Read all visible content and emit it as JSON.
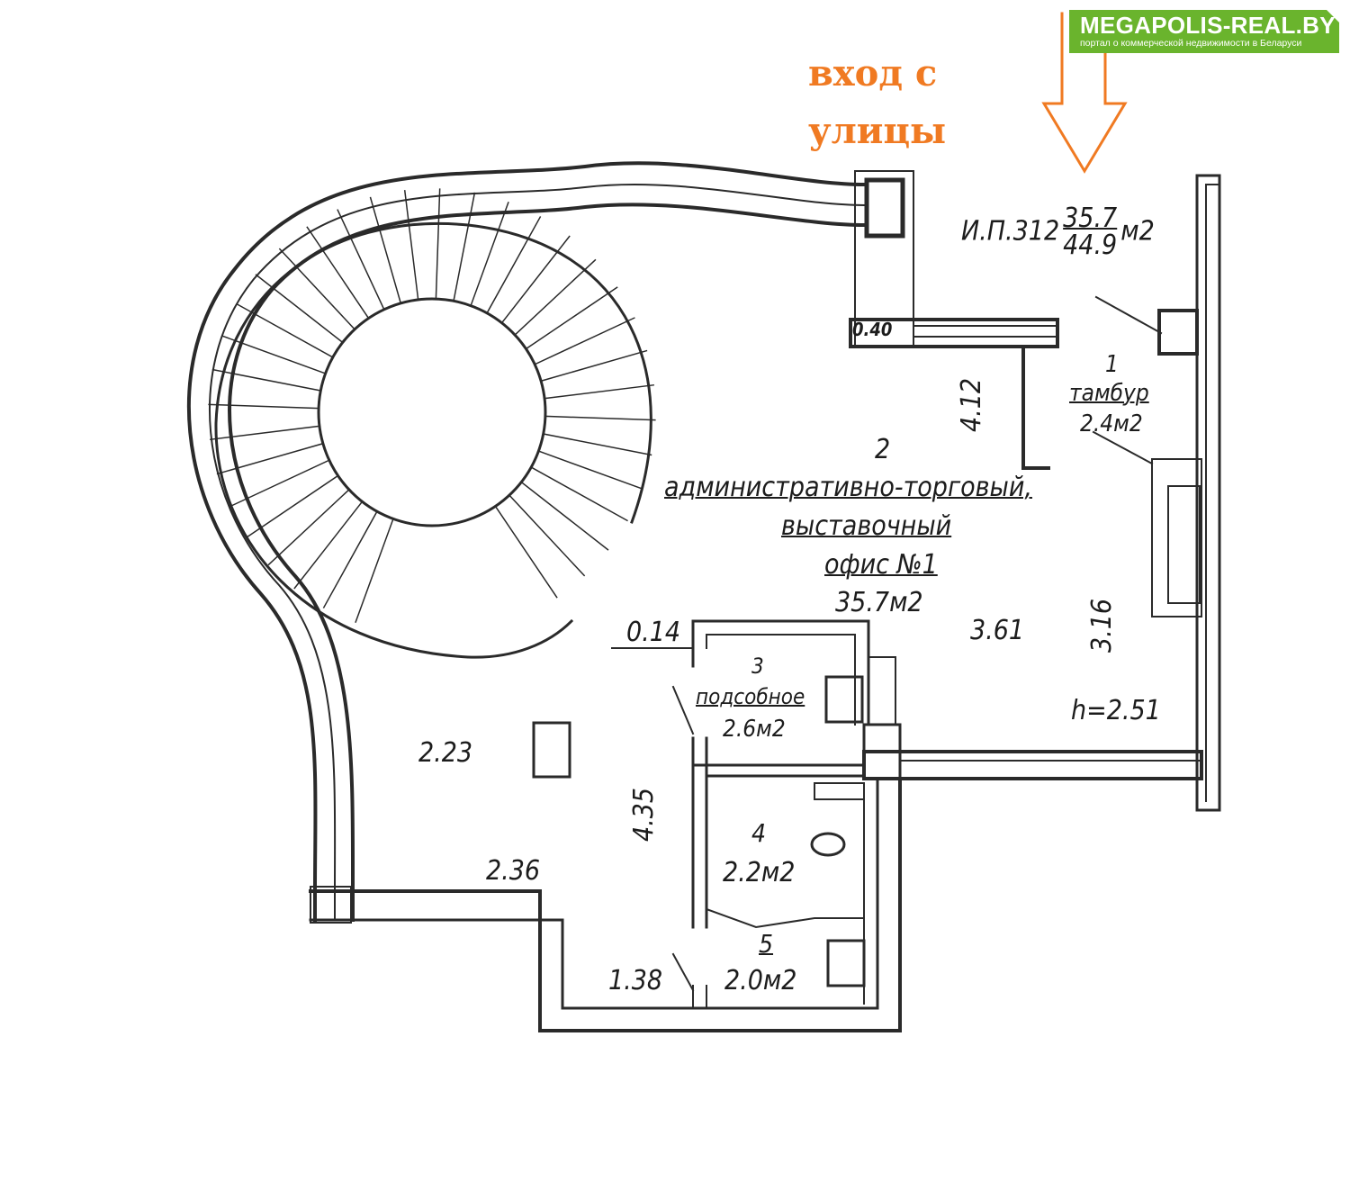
{
  "logo": {
    "title": "MEGAPOLIS-REAL.BY",
    "subtitle": "портал о коммерческой недвижимости в Беларуси",
    "color": "#6ab42d"
  },
  "entry": {
    "line1": "вход с",
    "line2": "улицы",
    "color": "#f07a22"
  },
  "plan_id": {
    "label": "И.П.312",
    "area_numerator": "35.7",
    "area_denominator": "44.9",
    "unit": "м2"
  },
  "rooms": [
    {
      "number": "1",
      "name": "тамбур",
      "area": "2.4м2"
    },
    {
      "number": "2",
      "name": "административно-торговый,",
      "name2": "выставочный",
      "name3": "офис №1",
      "area": "35.7м2"
    },
    {
      "number": "3",
      "name": "подсобное",
      "area": "2.6м2"
    },
    {
      "number": "4",
      "area": "2.2м2"
    },
    {
      "number": "5",
      "area": "2.0м2"
    }
  ],
  "dimensions": {
    "d040": "0.40",
    "d412": "4.12",
    "d014": "0.14",
    "d361": "3.61",
    "d316": "3.16",
    "height": "h=2.51",
    "d223": "2.23",
    "d435": "4.35",
    "d236": "2.36",
    "d138": "1.38"
  }
}
